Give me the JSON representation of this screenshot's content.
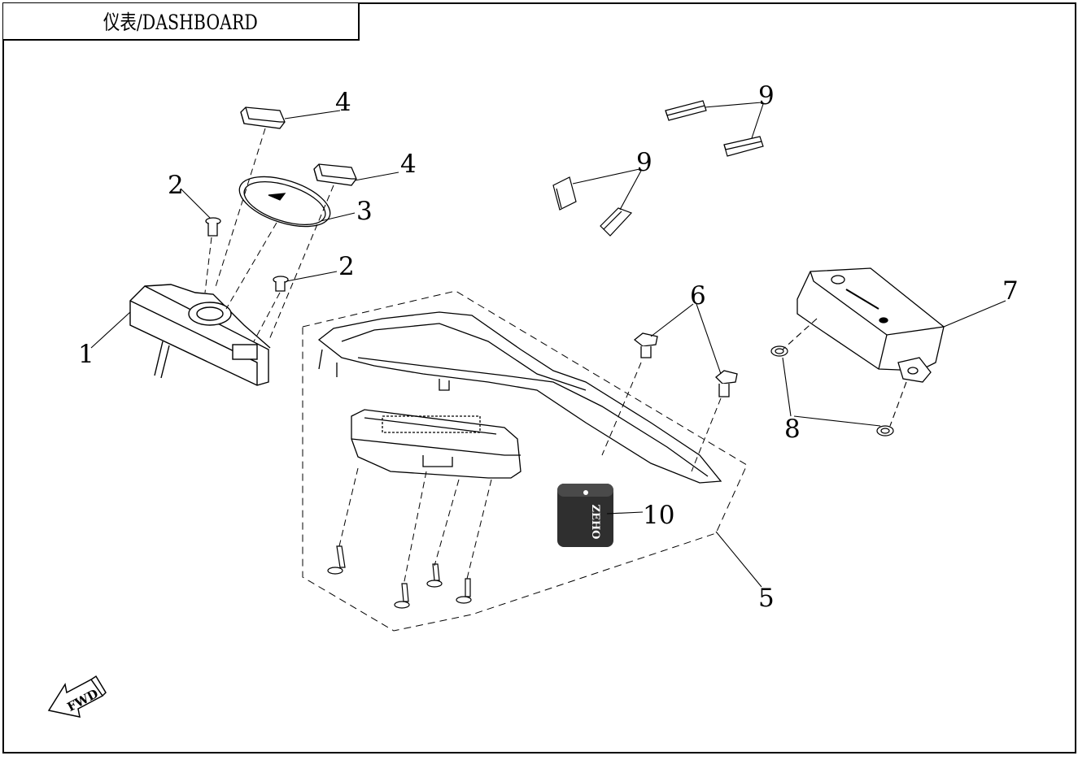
{
  "title": "仪表/DASHBOARD",
  "callouts": {
    "c1": "1",
    "c2a": "2",
    "c2b": "2",
    "c3": "3",
    "c4a": "4",
    "c4b": "4",
    "c5": "5",
    "c6": "6",
    "c7": "7",
    "c8": "8",
    "c9a": "9",
    "c9b": "9",
    "c10": "10"
  },
  "fwd_label": "FWD",
  "tag_label": "ZEHO",
  "colors": {
    "line": "#000000",
    "tag": "#2f2f2f",
    "background": "#ffffff"
  }
}
